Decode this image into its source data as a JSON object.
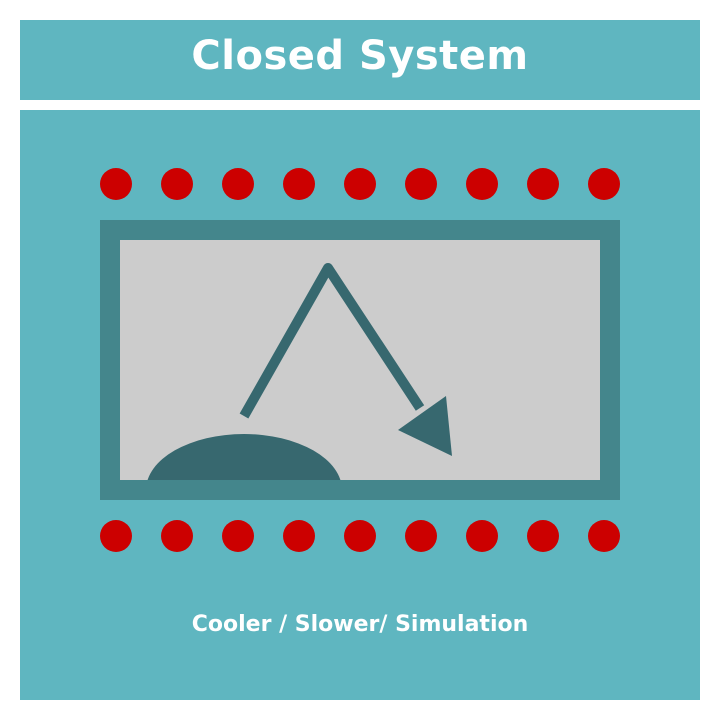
{
  "title": "Closed System",
  "caption": "Cooler / Slower/ Simulation",
  "colors": {
    "background": "#ffffff",
    "panel": "#5fb6c0",
    "frame": "#44868c",
    "inner": "#cccccc",
    "dot": "#cc0000",
    "mound": "#37686f",
    "arrow": "#37686f"
  },
  "dots": {
    "top_count": 9,
    "bottom_count": 9
  }
}
